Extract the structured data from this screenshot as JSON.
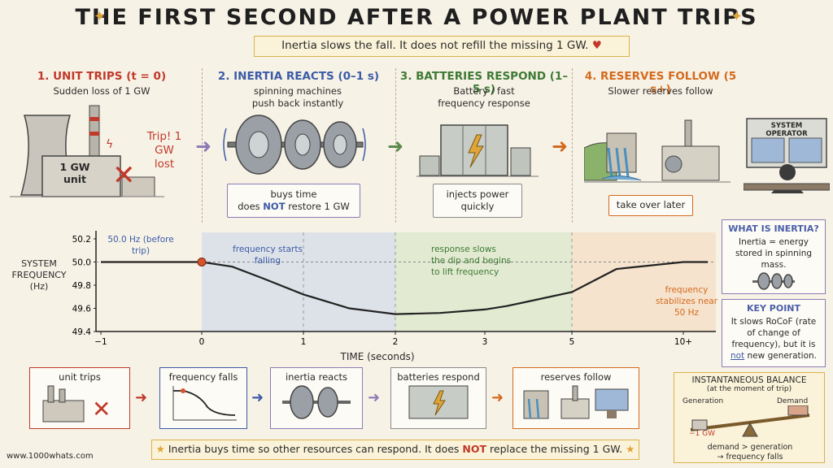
{
  "title": "THE FIRST SECOND AFTER A POWER PLANT TRIPS",
  "subtitle": "Inertia slows the fall. It does not refill the missing 1 GW.",
  "stages": [
    {
      "title": "1. UNIT TRIPS (t = 0)",
      "sub": "Sudden loss of 1 GW",
      "color": "#c0392b"
    },
    {
      "title": "2. INERTIA REACTS (0–1 s)",
      "sub": "spinning machines push back instantly",
      "color": "#3b5ba8"
    },
    {
      "title": "3. BATTERIES RESPOND (1–5 s)",
      "sub": "Battery / fast frequency response",
      "color": "#3f7a35"
    },
    {
      "title": "4. RESERVES FOLLOW (5 s+)",
      "sub": "Slower reserves follow",
      "color": "#d46a1f"
    }
  ],
  "plant": {
    "unit_label": "1 GW unit",
    "trip_label": "Trip! 1 GW lost"
  },
  "cards": {
    "inertia_line1": "buys time",
    "inertia_does": "does",
    "inertia_not": "NOT",
    "inertia_rest": "restore 1 GW",
    "battery": "injects power quickly",
    "reserves": "take over later"
  },
  "operator_label": "SYSTEM OPERATOR",
  "chart_data": {
    "type": "line",
    "title": "",
    "xlabel": "TIME (seconds)",
    "ylabel": "SYSTEM FREQUENCY (Hz)",
    "x_ticks": [
      "−1",
      "0",
      "1",
      "2",
      "3",
      "5",
      "10+"
    ],
    "y_ticks": [
      50.2,
      50.0,
      49.8,
      49.6,
      49.4
    ],
    "ylim": [
      49.4,
      50.2
    ],
    "series": [
      {
        "x": [
          -1,
          0,
          0.3,
          0.6,
          1.0,
          1.5,
          2.0,
          2.5,
          3.0,
          3.5,
          4.0,
          5.0,
          7.0,
          10.0,
          11.0
        ],
        "y": [
          50.0,
          50.0,
          49.96,
          49.86,
          49.72,
          49.6,
          49.55,
          49.56,
          49.59,
          49.62,
          49.66,
          49.74,
          49.94,
          50.0,
          50.0
        ]
      }
    ],
    "annotations": {
      "before_trip": "50.0 Hz (before trip)",
      "falling": "frequency starts falling",
      "response": "response slows the dip and begins to lift frequency",
      "stabilizes": "frequency stabilizes near 50 Hz"
    }
  },
  "side": {
    "what_title": "WHAT IS INERTIA?",
    "what_body": "Inertia = energy stored in spinning mass.",
    "key_title": "KEY POINT",
    "key_body_1": "It slows RoCoF (rate of change of frequency), but it is",
    "key_not": "not",
    "key_body_2": "new generation."
  },
  "bottom_steps": [
    {
      "label": "unit trips",
      "color": "#c0392b"
    },
    {
      "label": "frequency falls",
      "color": "#3b5ba8"
    },
    {
      "label": "inertia reacts",
      "color": "#8c7bb5"
    },
    {
      "label": "batteries respond",
      "color": "#8a8a8a"
    },
    {
      "label": "reserves follow",
      "color": "#d46a1f"
    }
  ],
  "balance": {
    "title": "INSTANTANEOUS BALANCE",
    "sub": "(at the moment of trip)",
    "generation": "Generation",
    "demand": "Demand",
    "minus": "−1 GW",
    "caption_1": "demand > generation",
    "caption_2": "→ frequency falls"
  },
  "footer": {
    "part1": "Inertia buys time so other resources can respond. It does",
    "not": "NOT",
    "part2": "replace the missing 1 GW."
  },
  "website": "www.1000whats.com"
}
